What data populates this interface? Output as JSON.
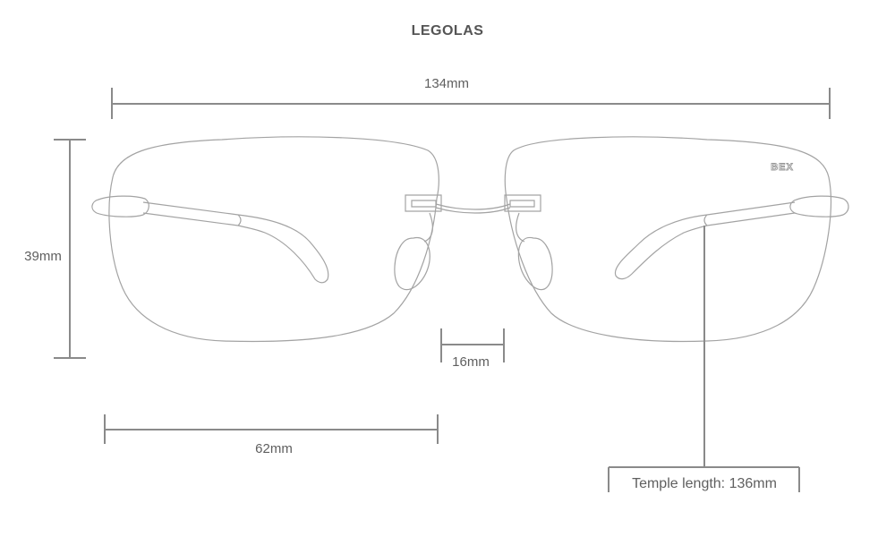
{
  "title": "LEGOLAS",
  "brand_logo": "BEX",
  "dimensions": {
    "total_width": "134mm",
    "lens_height": "39mm",
    "bridge_width": "16mm",
    "lens_width": "62mm",
    "temple_length": "Temple length: 136mm"
  },
  "colors": {
    "dimension_lines": "#8a8a8a",
    "frame_outline": "#a3a3a3",
    "text": "#5f5f5f"
  }
}
